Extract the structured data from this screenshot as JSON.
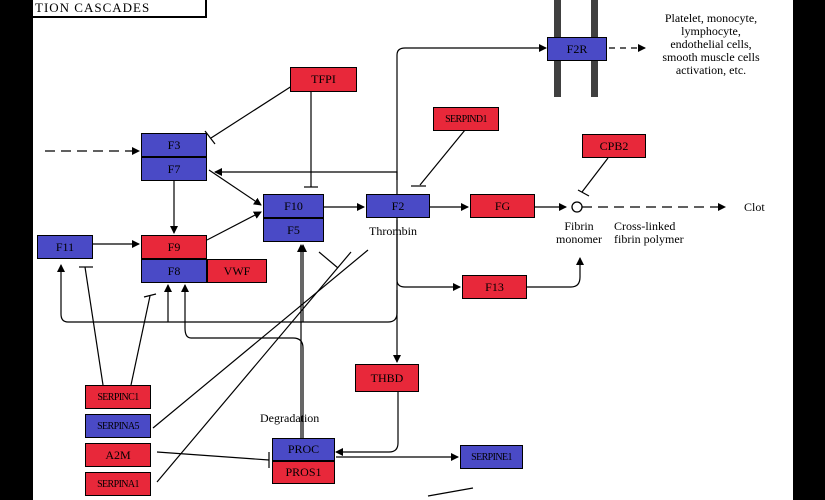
{
  "title": "TION CASCADES",
  "nodes": {
    "f3": "F3",
    "f7": "F7",
    "tfpi": "TFPI",
    "f10": "F10",
    "f5": "F5",
    "f2": "F2",
    "f11": "F11",
    "f9": "F9",
    "f8": "F8",
    "vwf": "VWF",
    "fg": "FG",
    "f2r": "F2R",
    "serpind1": "SERPIND1",
    "cpb2": "CPB2",
    "f13": "F13",
    "thbd": "THBD",
    "proc": "PROC",
    "pros1": "PROS1",
    "serpinc1": "SERPINC1",
    "serpina5": "SERPINA5",
    "a2m": "A2M",
    "serpina1": "SERPINA1",
    "serpine1": "SERPINE1"
  },
  "labels": {
    "thrombin": "Thrombin",
    "fibrin_monomer": [
      "Fibrin",
      "monomer"
    ],
    "crosslinked": [
      "Cross-linked",
      "fibrin polymer"
    ],
    "clot": "Clot",
    "platelet": [
      "Platelet, monocyte,",
      "lymphocyte,",
      "endothelial cells,",
      "smooth muscle cells",
      "activation, etc."
    ],
    "degradation": "Degradation"
  },
  "colors": {
    "red_gene": "#e8283a",
    "blue_gene": "#4a4ac6",
    "membrane": "#404040"
  }
}
